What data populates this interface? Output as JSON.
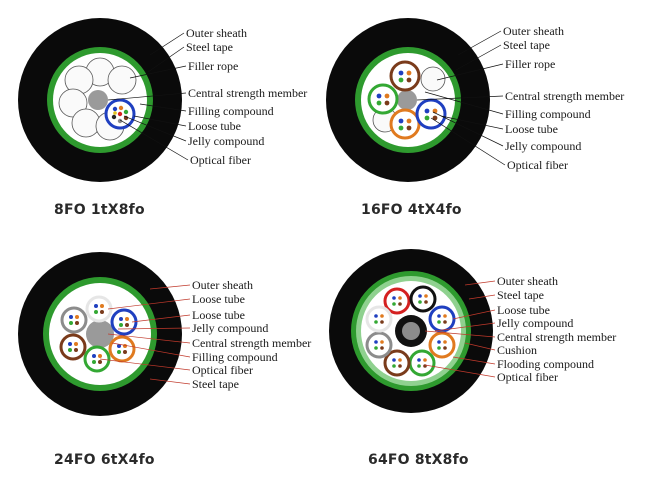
{
  "panels": [
    {
      "caption": "8FO 1tX8fo",
      "labels": [
        "Outer sheath",
        "Steel tape",
        "Filler rope",
        "Central strength member",
        "Filling compound",
        "Loose tube",
        "Jelly compound",
        "Optical fiber"
      ]
    },
    {
      "caption": "16FO 4tX4fo",
      "labels": [
        "Outer sheath",
        "Steel tape",
        "Filler rope",
        "Central strength member",
        "Filling compound",
        "Loose tube",
        "Jelly compound",
        "Optical fiber"
      ]
    },
    {
      "caption": "24FO 6tX4fo",
      "labels": [
        "Outer sheath",
        "Loose tube",
        "Loose tube",
        "Jelly compound",
        "Central strength member",
        "Filling compound",
        "Optical fiber",
        "Steel tape"
      ]
    },
    {
      "caption": "64FO 8tX8fo",
      "labels": [
        "Outer sheath",
        "Steel tape",
        "Loose tube",
        "Jelly compound",
        "Central strength member",
        "Cushion",
        "Flooding compound",
        "Optical fiber"
      ]
    }
  ],
  "colors": {
    "sheath": "#0a0a0a",
    "armor": "#2e9a2e",
    "armor_light": "#8fd18f",
    "leader_black": "#111111",
    "leader_red": "#c0392b",
    "strength_member": "#9a9a9a",
    "tube_blue": "#1f3fc0",
    "tube_green": "#33a833",
    "tube_brown": "#7a3b1b",
    "tube_orange": "#e07a1f",
    "tube_gray": "#8c8c8c",
    "tube_red": "#d42020",
    "tube_white": "#e6e6e6"
  }
}
